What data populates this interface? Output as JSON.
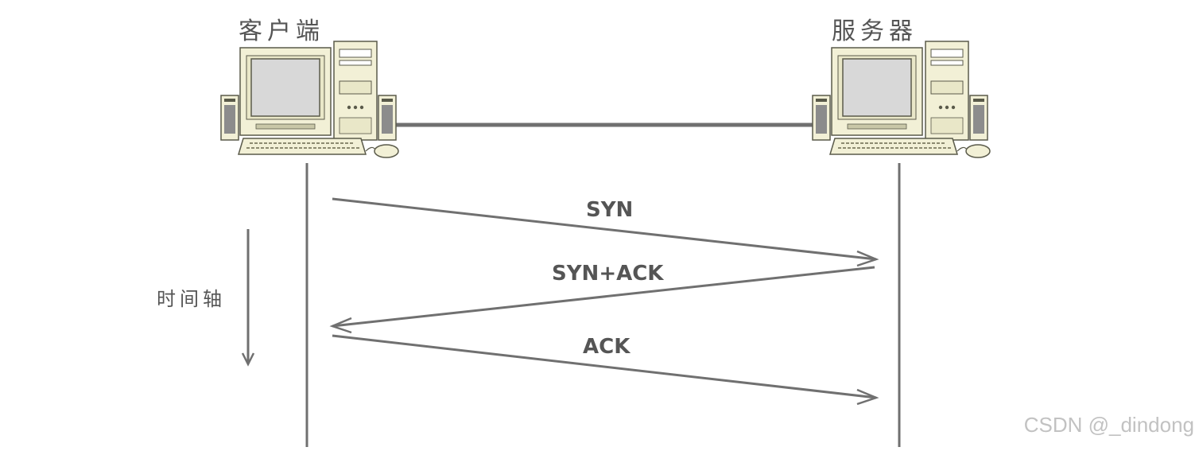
{
  "client": {
    "title": "客户端"
  },
  "server": {
    "title": "服务器"
  },
  "timeline": {
    "label": "时间轴"
  },
  "messages": [
    {
      "label": "SYN",
      "direction": "client-to-server"
    },
    {
      "label": "SYN+ACK",
      "direction": "server-to-client"
    },
    {
      "label": "ACK",
      "direction": "client-to-server"
    }
  ],
  "watermark": "CSDN @_dindong",
  "colors": {
    "line": "#707070",
    "text": "#555555",
    "computer_body": "#f2f0d6",
    "computer_outline": "#5a5a4a",
    "screen": "#d8d8d8",
    "watermark": "#c2c2c2"
  }
}
